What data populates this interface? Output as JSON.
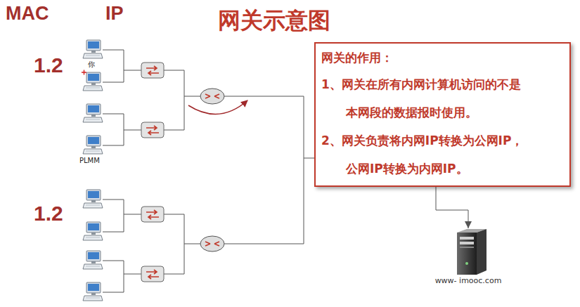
{
  "diagram": {
    "title": "网关示意图",
    "nodes": [
      {
        "text": [
          "网关的作用：",
          "1、网关在所有内网计算机访问的不是 本网段的数据报时使用。",
          "2、网关负责将内网IP转换为公网IP， 公网IP转换为内网IP。"
        ]
      },
      {
        "text": [
          "www- imooc.com"
        ]
      }
    ],
    "edges": [
      {
        "from": 0,
        "to": 1,
        "arrow": "to"
      }
    ],
    "labels": [
      "MAC",
      "IP",
      "1.2",
      "1.2",
      "你",
      "PLMM"
    ]
  }
}
